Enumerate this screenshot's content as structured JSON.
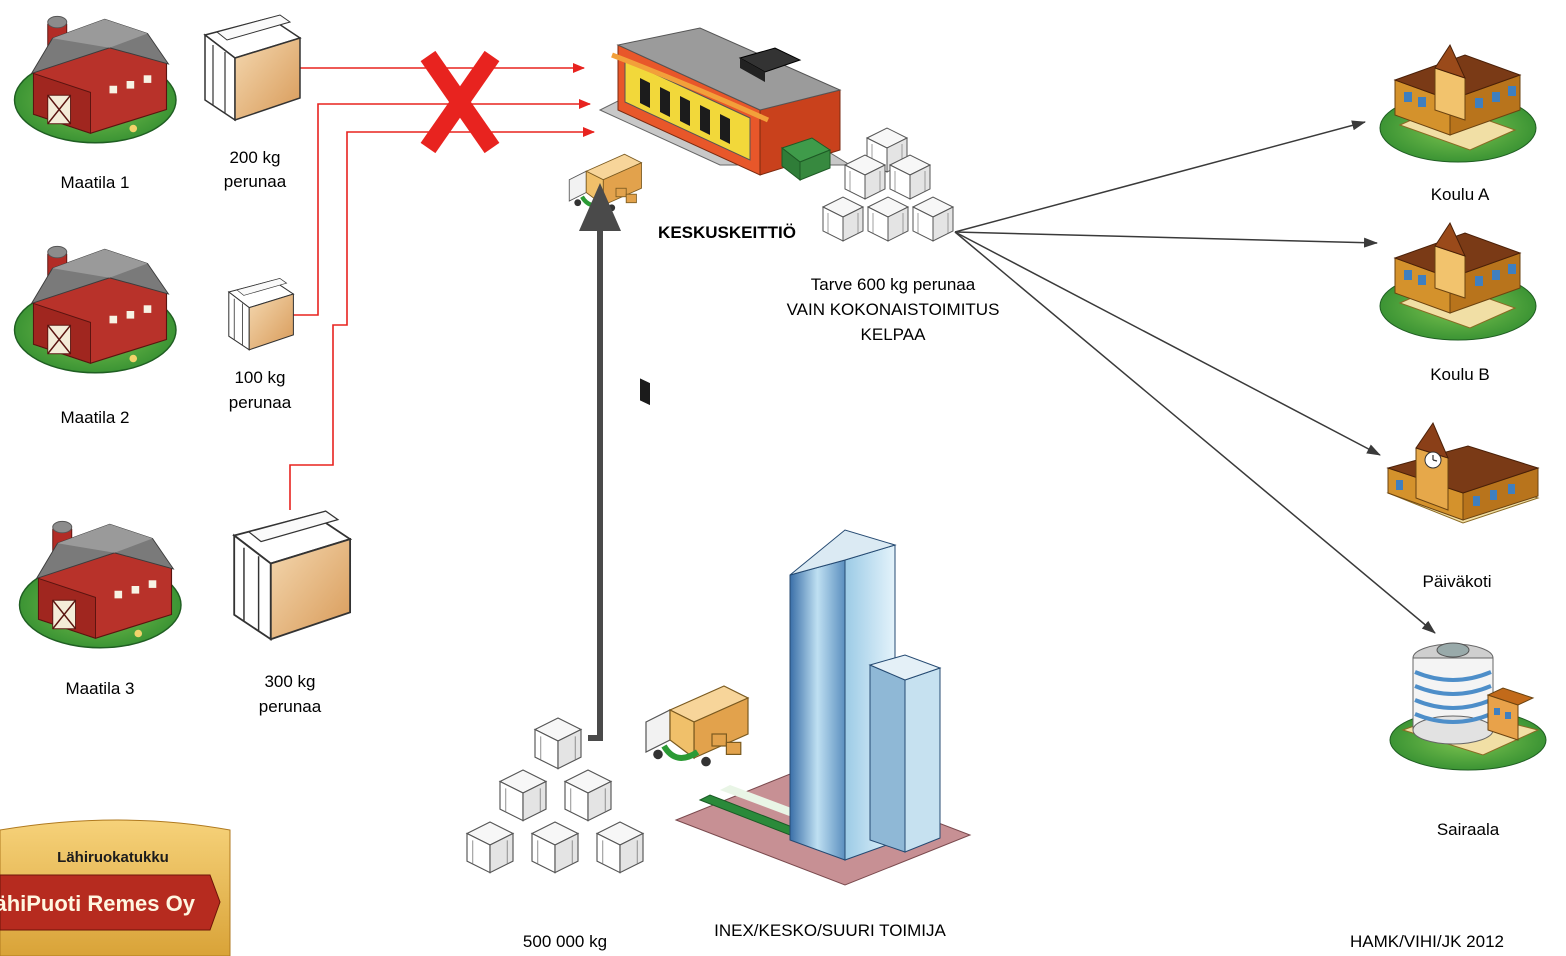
{
  "colors": {
    "supply_line": "#e8231f",
    "distribution_arrow": "#3a3a3a",
    "main_supply_arrow": "#4a4a4a",
    "cross": "#e8231f"
  },
  "farms": [
    {
      "name": "Maatila 1",
      "amount": "200 kg",
      "unit": "perunaa"
    },
    {
      "name": "Maatila 2",
      "amount": "100 kg",
      "unit": "perunaa"
    },
    {
      "name": "Maatila 3",
      "amount": "300 kg",
      "unit": "perunaa"
    }
  ],
  "kitchen": {
    "name": "KESKUSKEITTIÖ",
    "need_lines": [
      "Tarve 600 kg perunaa",
      "VAIN KOKONAISTOIMITUS",
      "KELPAA"
    ]
  },
  "destinations": [
    "Koulu A",
    "Koulu B",
    "Päiväkoti",
    "Sairaala"
  ],
  "supplier": {
    "name": "INEX/KESKO/SUURI TOIMIJA",
    "amount": "500 000 kg"
  },
  "logo": {
    "subtitle": "Lähiruokatukku",
    "name": "LähiPuoti Remes Oy"
  },
  "credit": "HAMK/VIHI/JK 2012",
  "icons": {
    "farm": "barn-icon",
    "crate": "crate-icon",
    "kitchen": "restaurant-building-icon",
    "school": "school-building-icon",
    "daycare": "clock-tower-building-icon",
    "hospital": "hospital-building-icon",
    "skyscraper": "skyscraper-icon",
    "truck": "delivery-truck-icon",
    "cross": "cross-mark-icon"
  }
}
